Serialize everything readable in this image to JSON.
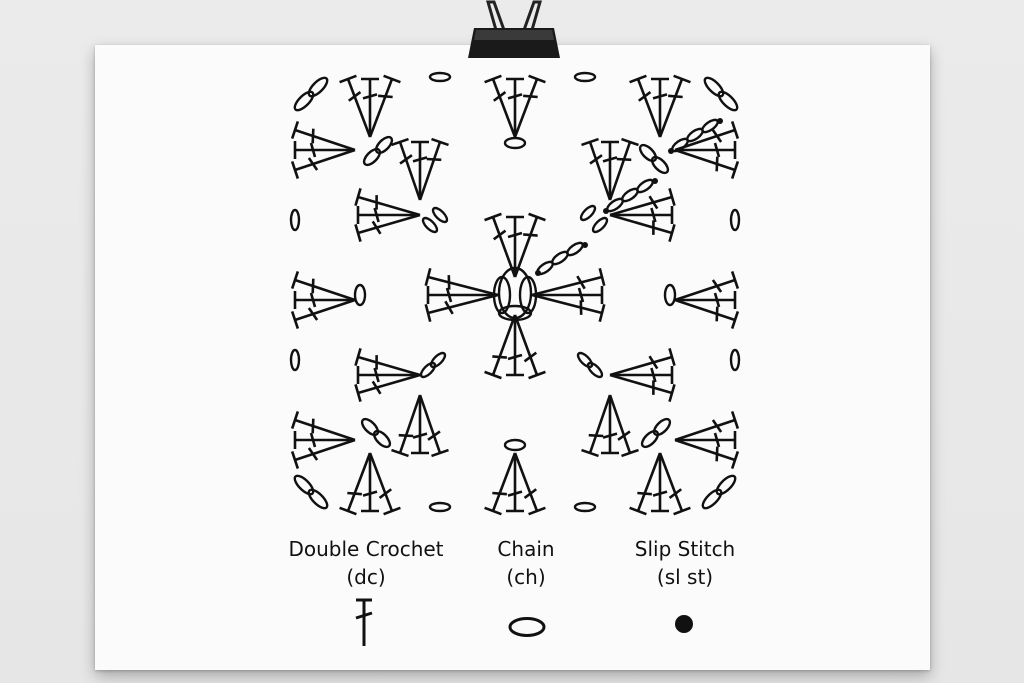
{
  "legend": [
    {
      "name": "Double Crochet",
      "abbr": "(dc)",
      "icon": "double-crochet-icon"
    },
    {
      "name": "Chain",
      "abbr": "(ch)",
      "icon": "chain-icon"
    },
    {
      "name": "Slip Stitch",
      "abbr": "(sl st)",
      "icon": "slip-stitch-icon"
    }
  ],
  "colors": {
    "ink": "#111111",
    "paper": "#fbfbfb",
    "background": "#e8e8e8"
  }
}
